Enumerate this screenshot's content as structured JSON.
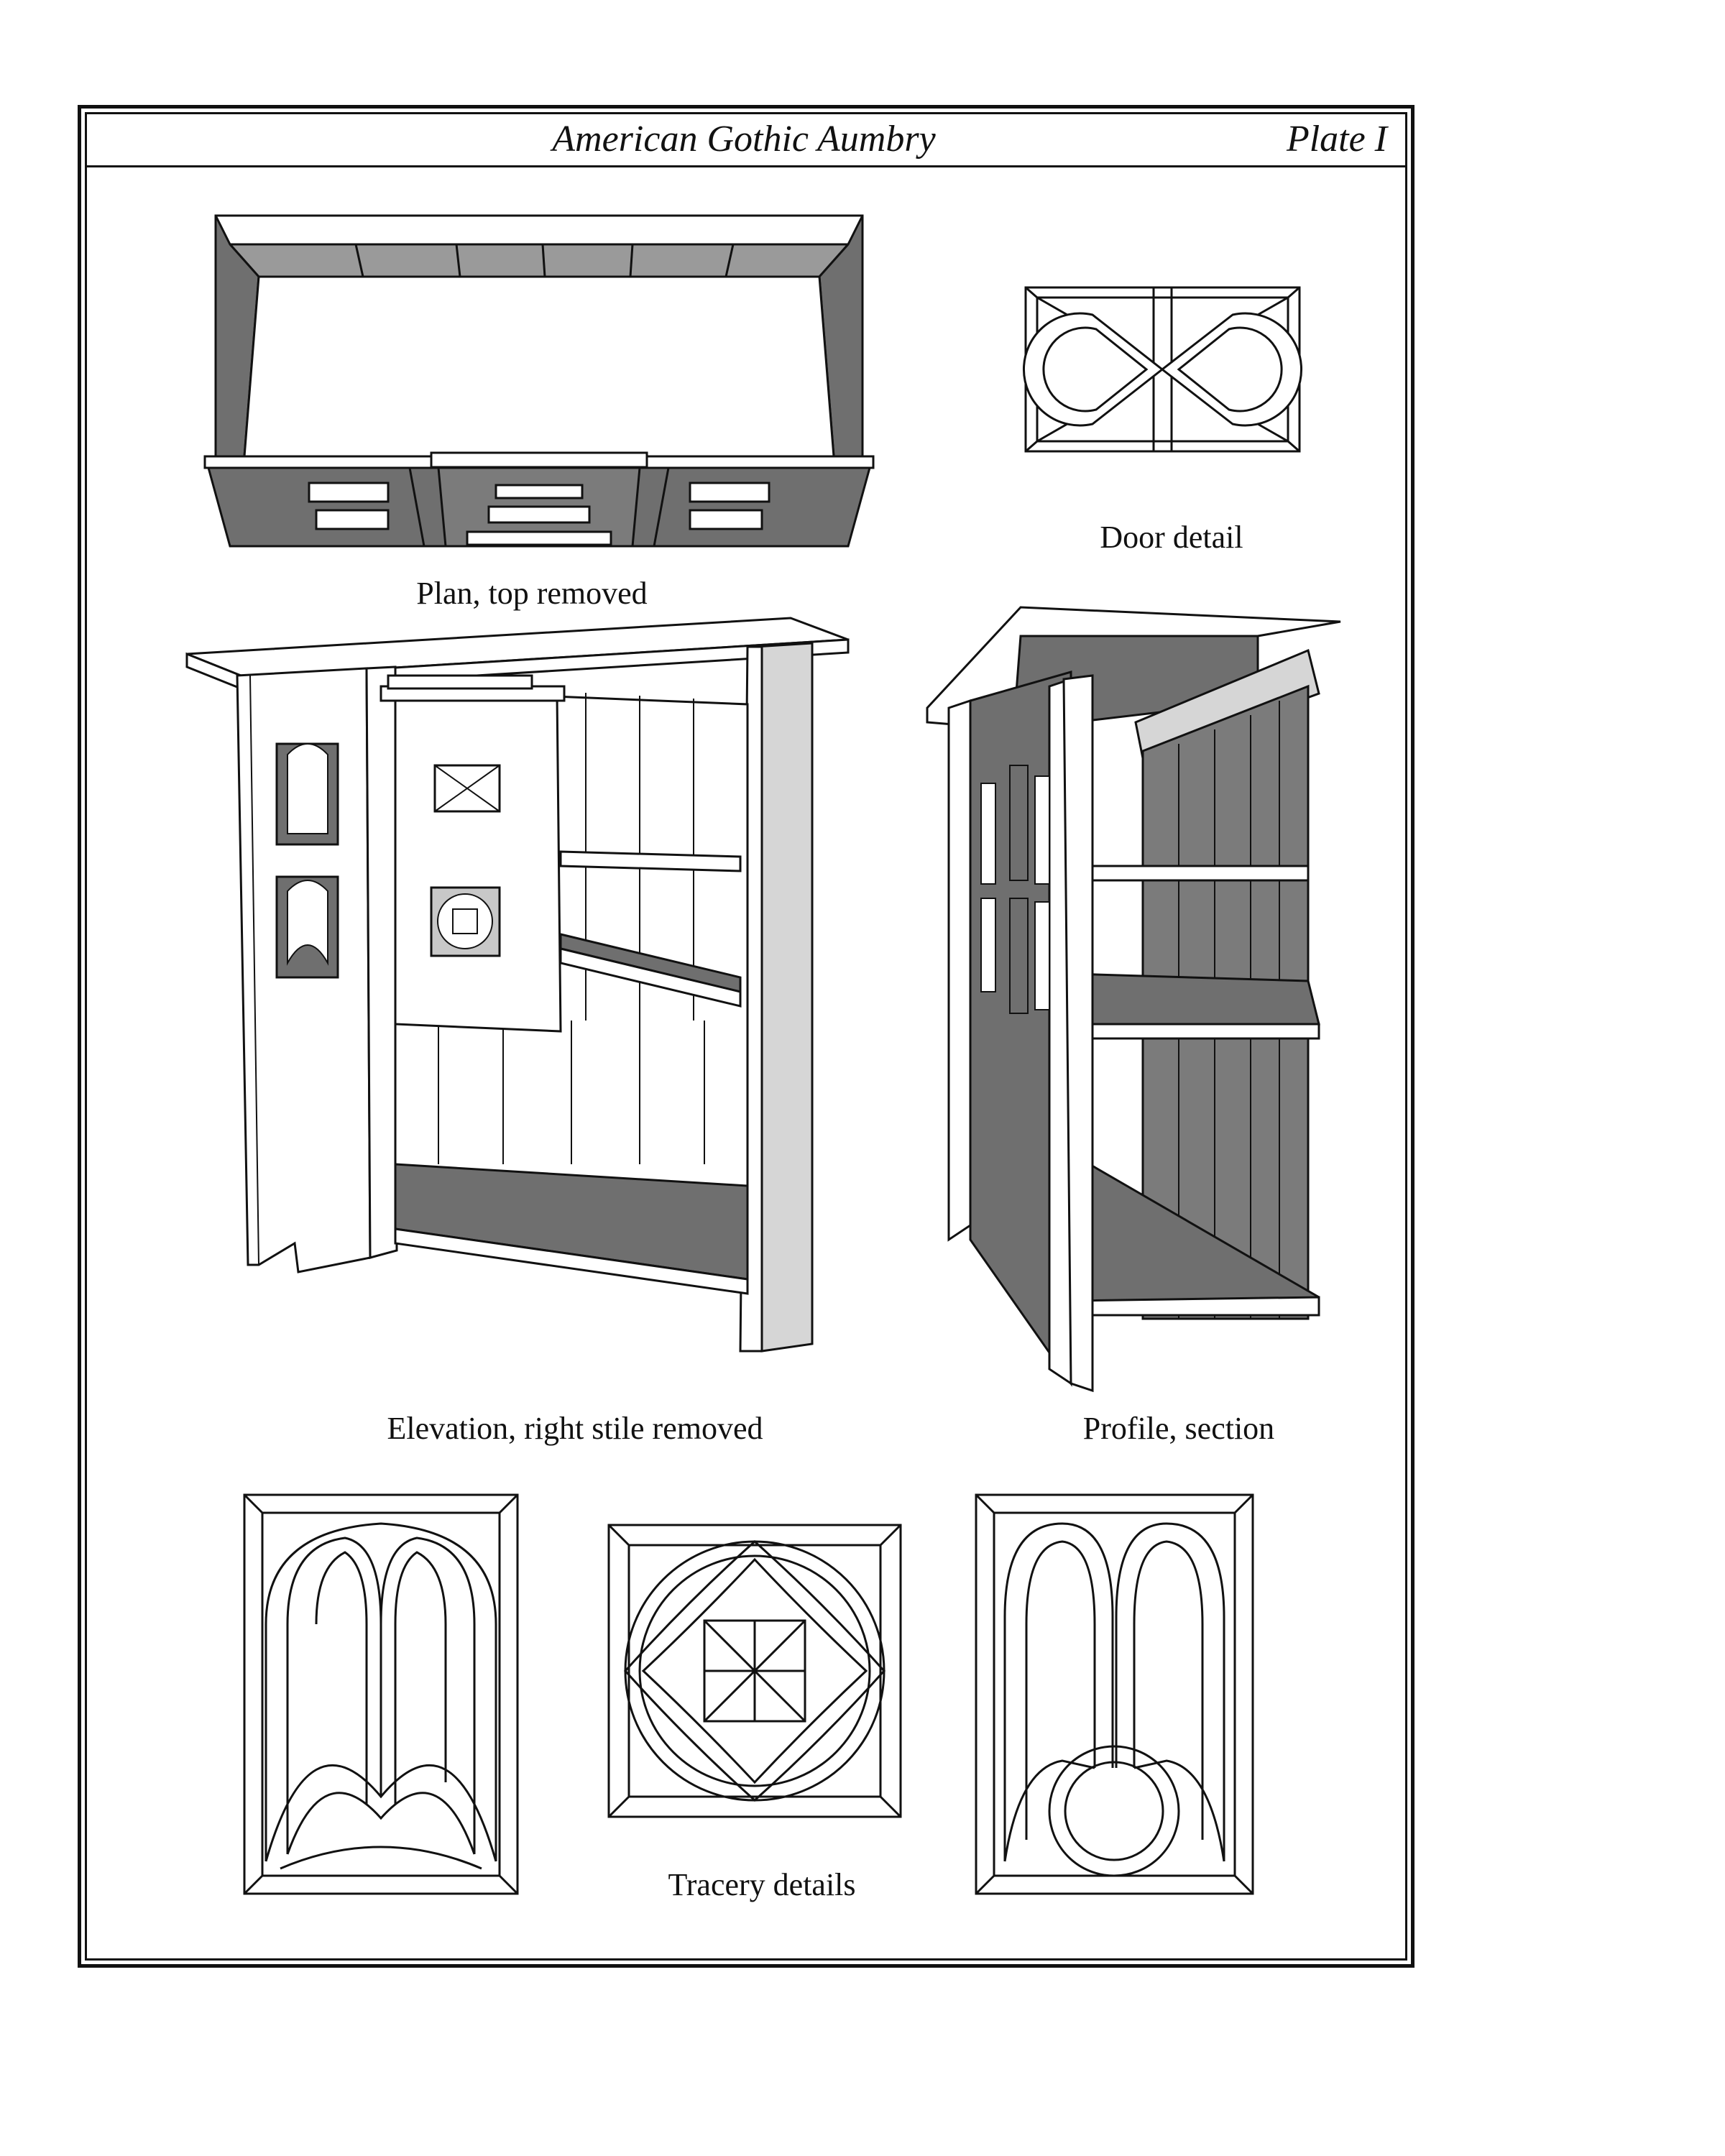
{
  "header": {
    "title": "American Gothic Aumbry",
    "plate": "Plate I"
  },
  "captions": {
    "plan": "Plan, top removed",
    "door_detail": "Door detail",
    "elevation": "Elevation, right stile removed",
    "profile": "Profile, section",
    "tracery": "Tracery details"
  },
  "colors": {
    "line": "#111111",
    "dark_panel": "#6f6f6f",
    "mid_panel": "#9a9a9a",
    "light_panel": "#d6d6d6",
    "paper": "#ffffff"
  }
}
